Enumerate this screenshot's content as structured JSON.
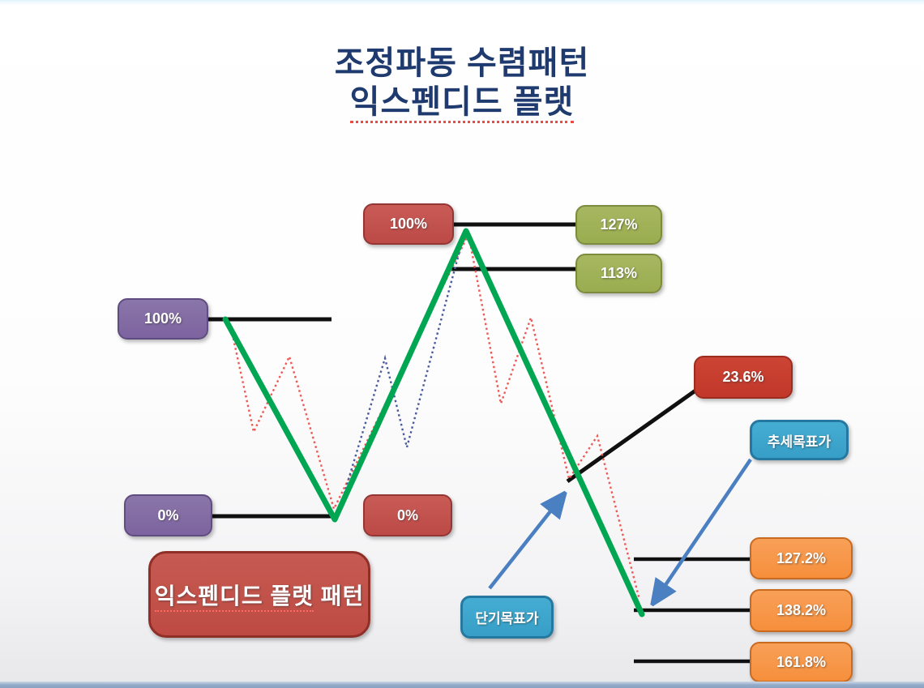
{
  "title": {
    "line1": "조정파동 수렴패턴",
    "line2": "익스펜디드 플랫"
  },
  "boxes": {
    "fib_100_top": "100%",
    "fib_127": "127%",
    "fib_113": "113%",
    "fib_100_left": "100%",
    "fib_0_left": "0%",
    "fib_0_mid": "0%",
    "fib_236": "23.6%",
    "trend_target": "추세목표가",
    "short_target": "단기목표가",
    "fib_1272": "127.2%",
    "fib_1382": "138.2%",
    "fib_1618": "161.8%",
    "pattern_underlined": "익스펜디드 플랫",
    "pattern_rest": " 패턴"
  },
  "colors": {
    "title_text": "#1e3a6e",
    "black_line": "#101010",
    "green_line": "#00a651",
    "red_dotted": "#ee5a55",
    "blue_dotted": "#4a5a9e",
    "arrow_blue": "#4a7fc1",
    "box_red": "#c0504d",
    "box_red_bright": "#c63b2c",
    "box_purple": "#8064a2",
    "box_olive": "#9bbb59",
    "box_orange": "#f79646",
    "box_blue": "#40a8cf"
  }
}
